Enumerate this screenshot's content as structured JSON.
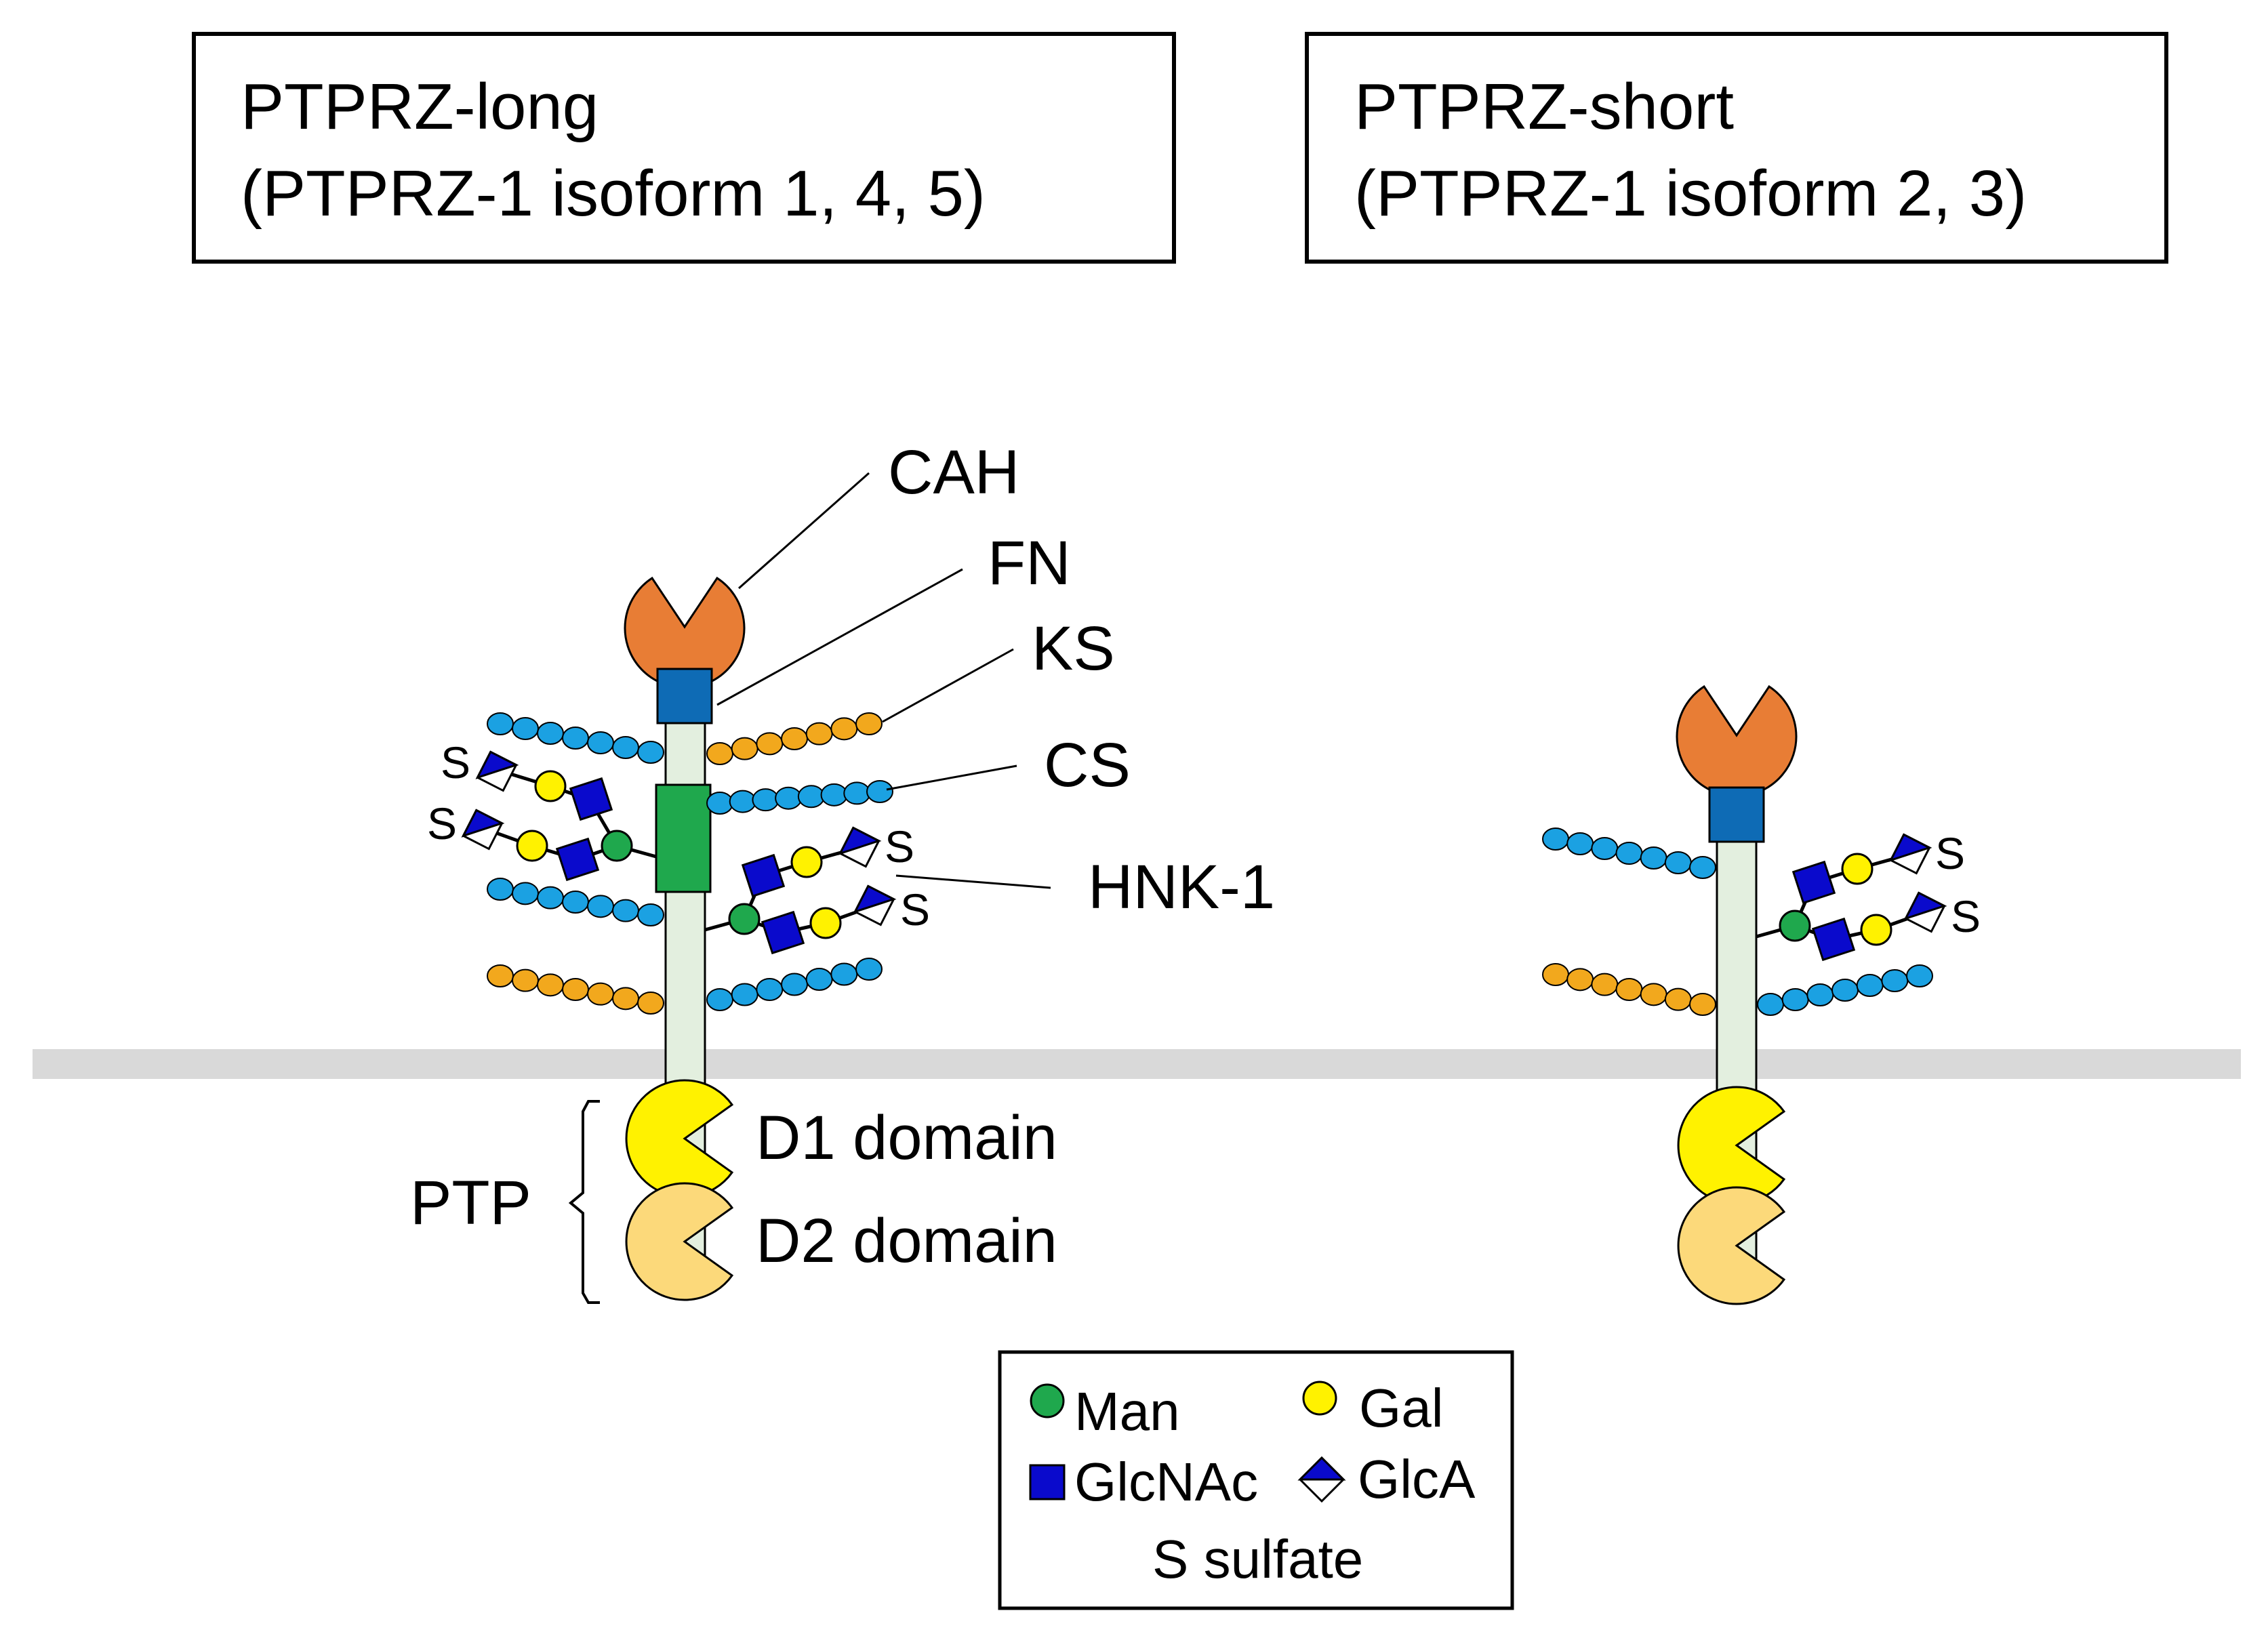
{
  "isoform_long": {
    "title_line1": "PTPRZ-long",
    "title_line2": "(PTPRZ-1 isoform 1, 4, 5)"
  },
  "isoform_short": {
    "title_line1": "PTPRZ-short",
    "title_line2": "(PTPRZ-1 isoform 2, 3)"
  },
  "domain_labels": {
    "cah": "CAH",
    "fn": "FN",
    "ks": "KS",
    "cs": "CS",
    "hnk1": "HNK-1",
    "ptp": "PTP",
    "d1": "D1 domain",
    "d2": "D2 domain"
  },
  "sulfate_symbol": "S",
  "legend": {
    "man": "Man",
    "gal": "Gal",
    "glcnac": "GlcNAc",
    "glca": "GlcA",
    "sulfate": "S sulfate"
  },
  "colors": {
    "cah": "#E87D35",
    "fn": "#0E6BB5",
    "ks": "#F2A81D",
    "cs": "#1BA1E2",
    "hnk_region": "#1FA84D",
    "man": "#1FA84D",
    "gal": "#FFF200",
    "glcnac": "#0A0ACC",
    "glca": "#0A0ACC",
    "d1": "#FFF200",
    "d2": "#FCD97A",
    "core": "#E3EFDF",
    "membrane": "#D9D9D9"
  }
}
